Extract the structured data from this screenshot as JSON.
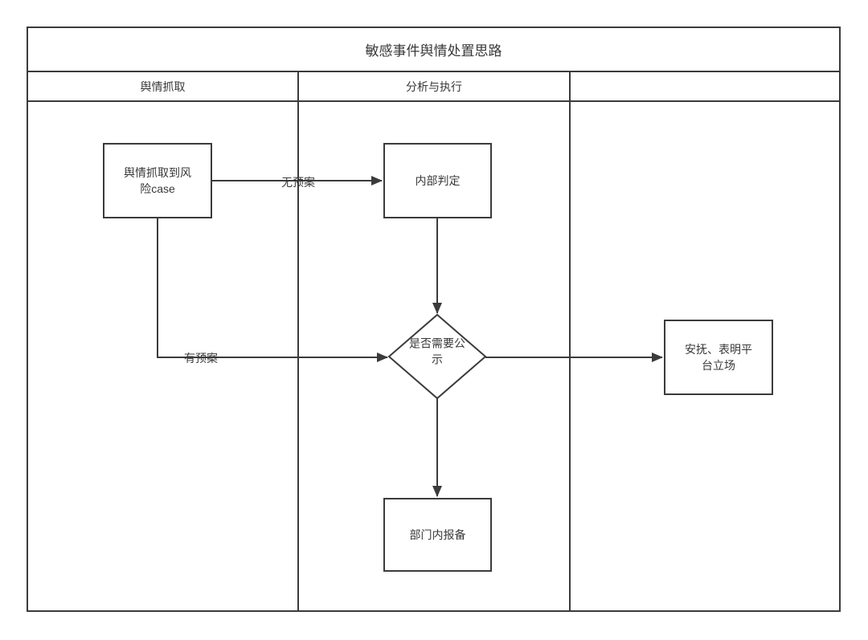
{
  "title": "敏感事件舆情处置思路",
  "lanes": [
    {
      "label": "舆情抓取"
    },
    {
      "label": "分析与执行"
    },
    {
      "label": ""
    }
  ],
  "nodes": {
    "capture_risk_case": {
      "label": "舆情抓取到风险case"
    },
    "internal_judgement": {
      "label": "内部判定"
    },
    "need_public_notice": {
      "label": "是否需要公示"
    },
    "department_report": {
      "label": "部门内报备"
    },
    "appease_statement": {
      "label": "安抚、表明平台立场"
    }
  },
  "edges": {
    "no_plan": "无预案",
    "has_plan": "有预案"
  },
  "colors": {
    "line": "#3b3b3b",
    "text": "#383838",
    "canvas": "#ffffff"
  }
}
